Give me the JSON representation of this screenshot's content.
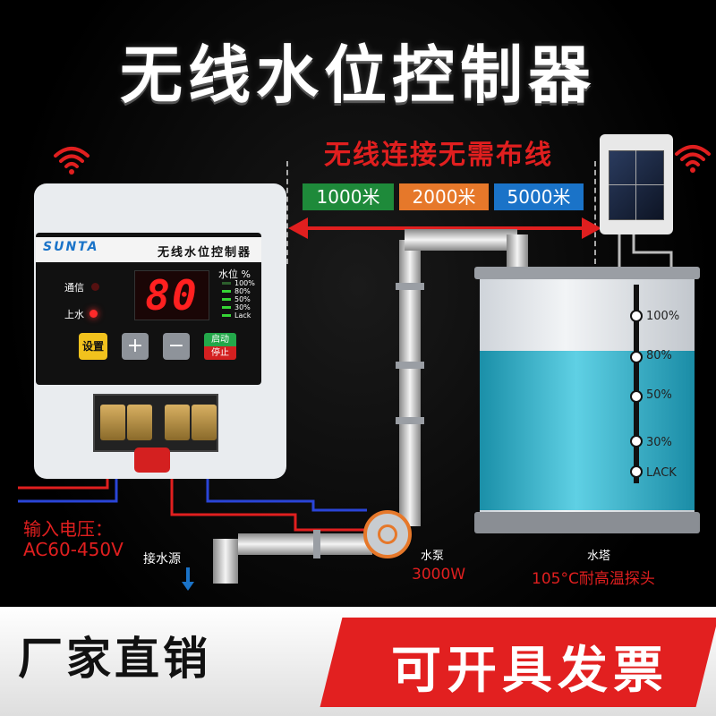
{
  "title": "无线水位控制器",
  "subtitle": "无线连接无需布线",
  "distances": [
    "1000米",
    "2000米",
    "5000米"
  ],
  "colors": {
    "accent_red": "#e01f1f",
    "green": "#1e8a3a",
    "orange": "#e6782a",
    "blue": "#1a73c8"
  },
  "controller": {
    "brand": "SUNTA",
    "name": "无线水位控制器",
    "comm_label": "通信",
    "fill_label": "上水",
    "display_value": "80",
    "level_heading": "水位 %",
    "levels": [
      "100%",
      "80%",
      "50%",
      "30%",
      "Lack"
    ],
    "buttons": {
      "set": "设置",
      "plus": "+",
      "minus": "−",
      "start": "启动",
      "stop": "停止"
    }
  },
  "tank": {
    "levels": [
      "100%",
      "80%",
      "50%",
      "30%",
      "LACK"
    ],
    "label": "水塔",
    "probe_caption": "105°C耐高温探头"
  },
  "pump": {
    "label": "水泵",
    "power": "3000W"
  },
  "input": {
    "label": "输入电压：",
    "value": "AC60-450V"
  },
  "source": {
    "label": "接水源"
  },
  "banner": {
    "left": "厂家直销",
    "right": "可开具发票"
  },
  "icons": [
    "wifi-icon",
    "wifi-icon",
    "down-arrow-icon"
  ]
}
